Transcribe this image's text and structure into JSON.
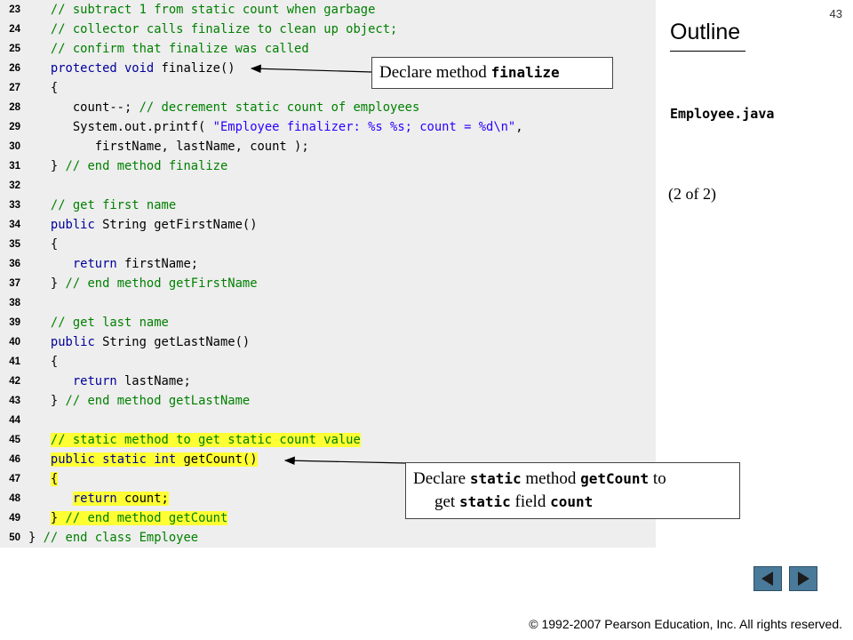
{
  "slide": {
    "page_number": "43",
    "outline_title": "Outline",
    "file_name": "Employee.java",
    "page_of": "(2 of  2)",
    "copyright": "© 1992-2007 Pearson Education, Inc.  All rights reserved."
  },
  "code_lines": [
    {
      "n": "23",
      "text": "   // subtract 1 from static count when garbage"
    },
    {
      "n": "24",
      "text": "   // collector calls finalize to clean up object;"
    },
    {
      "n": "25",
      "text": "   // confirm that finalize was called"
    },
    {
      "n": "26",
      "text": "   protected void finalize()"
    },
    {
      "n": "27",
      "text": "   {"
    },
    {
      "n": "28",
      "text": "      count--; // decrement static count of employees"
    },
    {
      "n": "29",
      "text": "      System.out.printf( \"Employee finalizer: %s %s; count = %d\\n\","
    },
    {
      "n": "30",
      "text": "         firstName, lastName, count );"
    },
    {
      "n": "31",
      "text": "   } // end method finalize"
    },
    {
      "n": "32",
      "text": ""
    },
    {
      "n": "33",
      "text": "   // get first name"
    },
    {
      "n": "34",
      "text": "   public String getFirstName()"
    },
    {
      "n": "35",
      "text": "   {"
    },
    {
      "n": "36",
      "text": "      return firstName;"
    },
    {
      "n": "37",
      "text": "   } // end method getFirstName"
    },
    {
      "n": "38",
      "text": ""
    },
    {
      "n": "39",
      "text": "   // get last name"
    },
    {
      "n": "40",
      "text": "   public String getLastName()"
    },
    {
      "n": "41",
      "text": "   {"
    },
    {
      "n": "42",
      "text": "      return lastName;"
    },
    {
      "n": "43",
      "text": "   } // end method getLastName"
    },
    {
      "n": "44",
      "text": ""
    },
    {
      "n": "45",
      "text": "   // static method to get static count value"
    },
    {
      "n": "46",
      "text": "   public static int getCount()"
    },
    {
      "n": "47",
      "text": "   {"
    },
    {
      "n": "48",
      "text": "      return count;"
    },
    {
      "n": "49",
      "text": "   } // end method getCount"
    },
    {
      "n": "50",
      "text": "} // end class Employee"
    }
  ],
  "callouts": {
    "finalize": {
      "prefix": "Declare method ",
      "code": "finalize"
    },
    "getcount": {
      "part1": "Declare ",
      "code1": "static",
      "part2": " method ",
      "code2": "getCount",
      "part3": " to",
      "part4": "get ",
      "code3": "static",
      "part5": " field ",
      "code4": "count"
    }
  },
  "nav": {
    "prev_icon": "triangle-left-icon",
    "next_icon": "triangle-right-icon",
    "button_color": "#4a7a9a"
  },
  "colors": {
    "code_background": "#eeeeee",
    "highlight": "#ffff33",
    "comment": "#008000",
    "keyword": "#000099",
    "string": "#2a00ff"
  }
}
